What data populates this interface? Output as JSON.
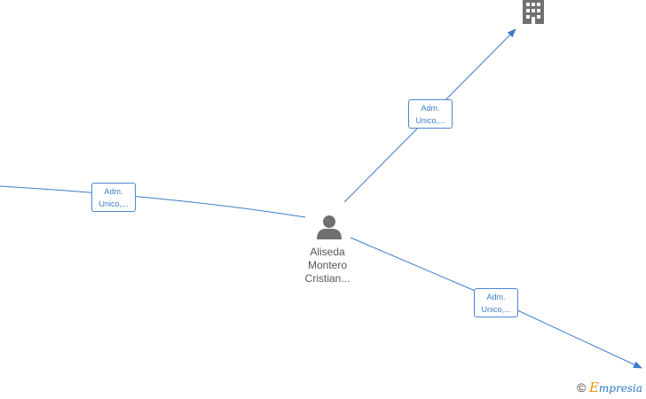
{
  "colors": {
    "edge": "#3d7cc9",
    "node_icon": "#707070",
    "label_text": "#555555",
    "brand_orange": "#f39200",
    "brand_blue": "#2b74c6"
  },
  "nodes": {
    "person": {
      "icon": "person-icon",
      "label_lines": [
        "Aliseda",
        "Montero",
        "Cristian..."
      ]
    },
    "company": {
      "icon": "building-icon"
    }
  },
  "edges": [
    {
      "id": "edge-left",
      "label_lines": [
        "Adm.",
        "Unico,..."
      ]
    },
    {
      "id": "edge-company",
      "label_lines": [
        "Adm.",
        "Unico,..."
      ]
    },
    {
      "id": "edge-bottom-right",
      "label_lines": [
        "Adm.",
        "Unico,..."
      ]
    }
  ],
  "brand": {
    "copyright": "©",
    "initial": "E",
    "rest": "mpresia"
  }
}
